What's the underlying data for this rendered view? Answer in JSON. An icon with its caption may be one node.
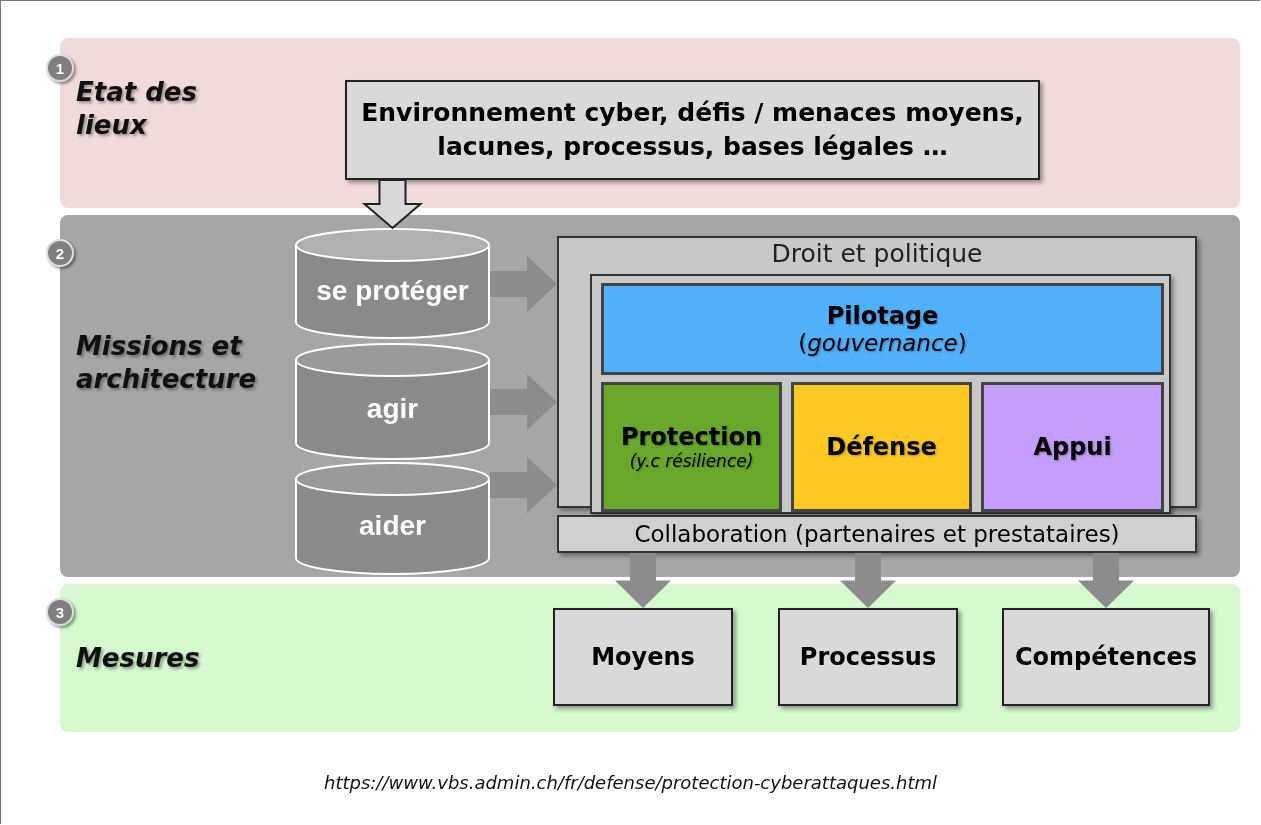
{
  "diagram": {
    "nodes": [
      {
        "text": [
          "Etat des lieux"
        ]
      },
      {
        "text": [
          "1"
        ]
      },
      {
        "text": [
          "Environnement cyber, défis / menaces moyens, lacunes, processus, bases légales …"
        ],
        "in": 0
      },
      {
        "text": [
          "Missions et architecture"
        ]
      },
      {
        "text": [
          "2"
        ]
      },
      {
        "text": [
          "se protéger"
        ],
        "in": 3
      },
      {
        "text": [
          "agir"
        ],
        "in": 3
      },
      {
        "text": [
          "aider"
        ],
        "in": 3
      },
      {
        "text": [
          "Droit et politique"
        ],
        "in": 3
      },
      {
        "text": [],
        "shape": "box",
        "in": 8
      },
      {
        "text": [
          "Pilotage",
          "(*gouvernance*)"
        ],
        "in": 9
      },
      {
        "text": [
          "Protection",
          "(y.c résilience)"
        ],
        "in": 9
      },
      {
        "text": [
          "Défense"
        ],
        "in": 9
      },
      {
        "text": [
          "Appui"
        ],
        "in": 9
      },
      {
        "text": [
          "Collaboration (partenaires et prestataires)"
        ],
        "in": 3
      },
      {
        "text": [
          "Mesures"
        ]
      },
      {
        "text": [
          "3"
        ]
      },
      {
        "text": [
          "Moyens"
        ],
        "in": 15
      },
      {
        "text": [
          "Processus"
        ],
        "in": 15
      },
      {
        "text": [
          "Compétences"
        ],
        "in": 15
      }
    ],
    "edges": [
      {
        "from": 2,
        "to": 5,
        "arrow": "to",
        "color": "#d9d9d9"
      },
      {
        "from": 5,
        "to": 8,
        "arrow": "to"
      },
      {
        "from": 6,
        "to": 8,
        "arrow": "to"
      },
      {
        "from": 7,
        "to": 8,
        "arrow": "to"
      },
      {
        "from": 14,
        "to": 17,
        "arrow": "to"
      },
      {
        "from": 14,
        "to": 18,
        "arrow": "to"
      },
      {
        "from": 14,
        "to": 19,
        "arrow": "to"
      }
    ],
    "caption": "https://www.vbs.admin.ch/fr/defense/protection-cyberattaques.html"
  }
}
